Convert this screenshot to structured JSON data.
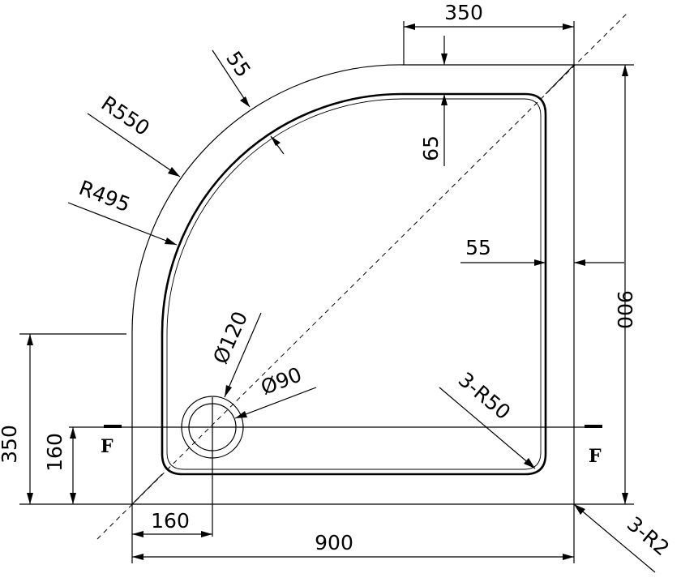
{
  "dimensions": {
    "top_width": "350",
    "inner_top_depth": "65",
    "inner_right_offset": "55",
    "right_height": "900",
    "left_height": "350",
    "drain_height": "160",
    "drain_offset": "160",
    "bottom_width": "900",
    "rim_width": "55",
    "outer_radius": "R550",
    "inner_radius": "R495",
    "drain_outer": "Ø120",
    "drain_inner": "Ø90",
    "corner_radius_inner": "3-R50",
    "corner_radius_outer": "3-R2"
  },
  "section_marks": {
    "left": "F",
    "right": "F"
  }
}
